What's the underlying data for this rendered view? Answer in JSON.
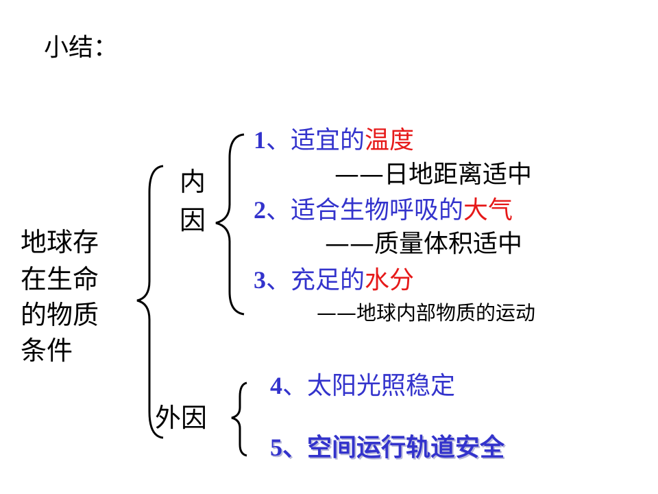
{
  "title": "小结：",
  "main_label": [
    "地球存",
    "在生命",
    "的物质",
    "条件"
  ],
  "internal": {
    "label": [
      "内",
      "因"
    ]
  },
  "external": {
    "label": "外因"
  },
  "items": [
    {
      "num": "1",
      "sep": "、",
      "text": "适宜的",
      "keyword": "温度",
      "reason": "——日地距离适中"
    },
    {
      "num": "2",
      "sep": "、",
      "text": "适合生物呼吸的",
      "keyword": "大气",
      "reason": "——质量体积适中"
    },
    {
      "num": "3",
      "sep": "、",
      "text": "充足的",
      "keyword": "水分",
      "reason": "——地球内部物质的运动"
    },
    {
      "num": "4",
      "sep": "、",
      "text": "太阳光照稳定"
    },
    {
      "num": "5",
      "sep": "、",
      "text": "空间运行轨道安全"
    }
  ],
  "colors": {
    "blue": "#3333cc",
    "red": "#e61919",
    "black": "#000000"
  }
}
